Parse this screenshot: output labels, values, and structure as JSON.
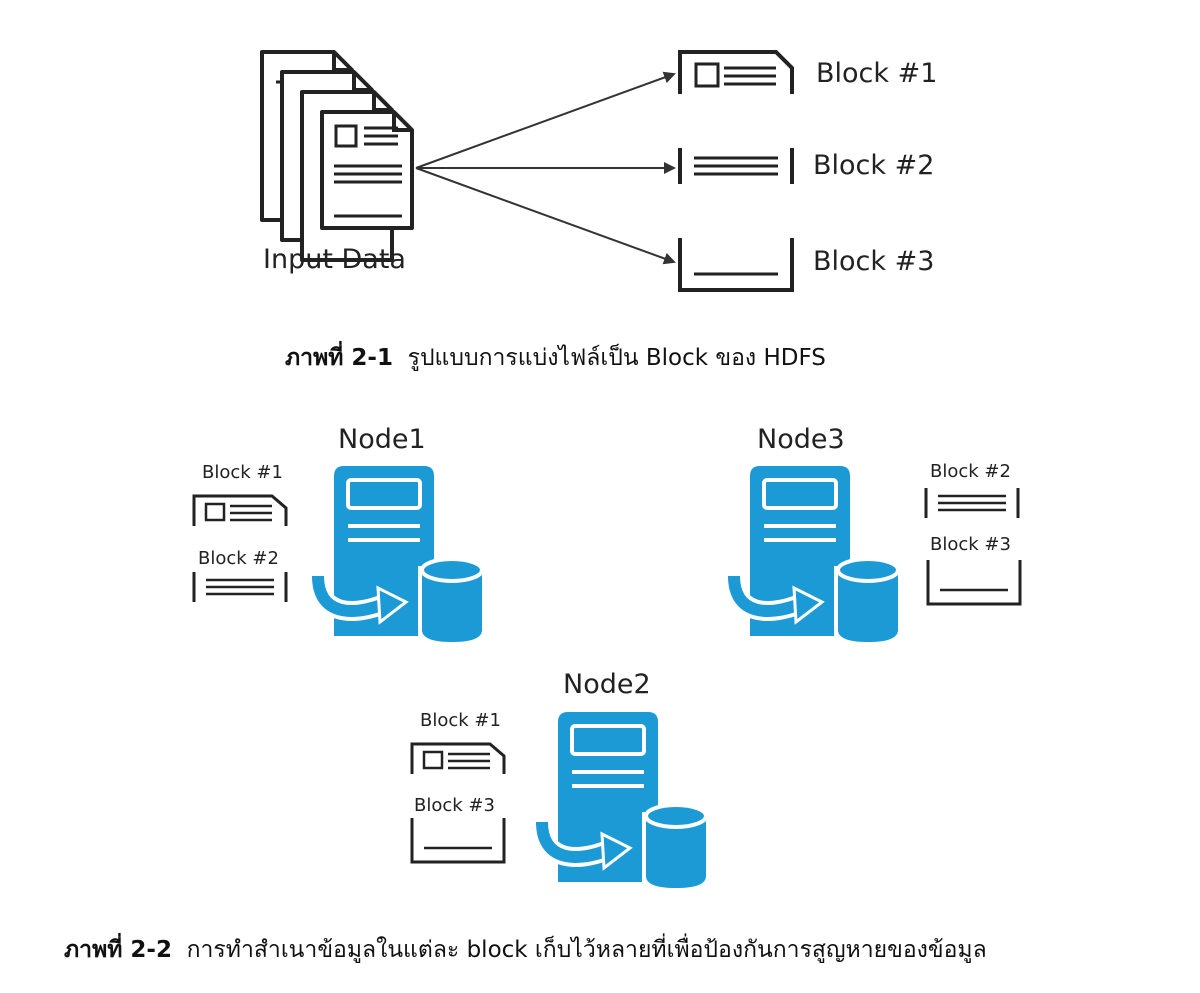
{
  "figure1": {
    "input_label": "Input Data",
    "blocks": [
      "Block #1",
      "Block #2",
      "Block #3"
    ],
    "caption_prefix": "ภาพที่ 2-1",
    "caption_text": "รูปแบบการแบ่งไฟล์เป็น Block ของ HDFS"
  },
  "figure2": {
    "nodes": {
      "node1": {
        "label": "Node1",
        "blocks": [
          "Block #1",
          "Block #2"
        ]
      },
      "node3": {
        "label": "Node3",
        "blocks": [
          "Block #2",
          "Block #3"
        ]
      },
      "node2": {
        "label": "Node2",
        "blocks": [
          "Block #1",
          "Block #3"
        ]
      }
    },
    "caption_prefix": "ภาพที่ 2-2",
    "caption_text": "การทำสำเนาข้อมูลในแต่ละ block เก็บไว้หลายที่เพื่อป้องกันการสูญหายของข้อมูล"
  },
  "colors": {
    "server": "#1b9ad6",
    "server_light": "#ffffff",
    "line": "#222222",
    "arrow": "#333333"
  },
  "icons": [
    "document-stack-icon",
    "block-icon",
    "server-node-icon",
    "database-icon"
  ]
}
